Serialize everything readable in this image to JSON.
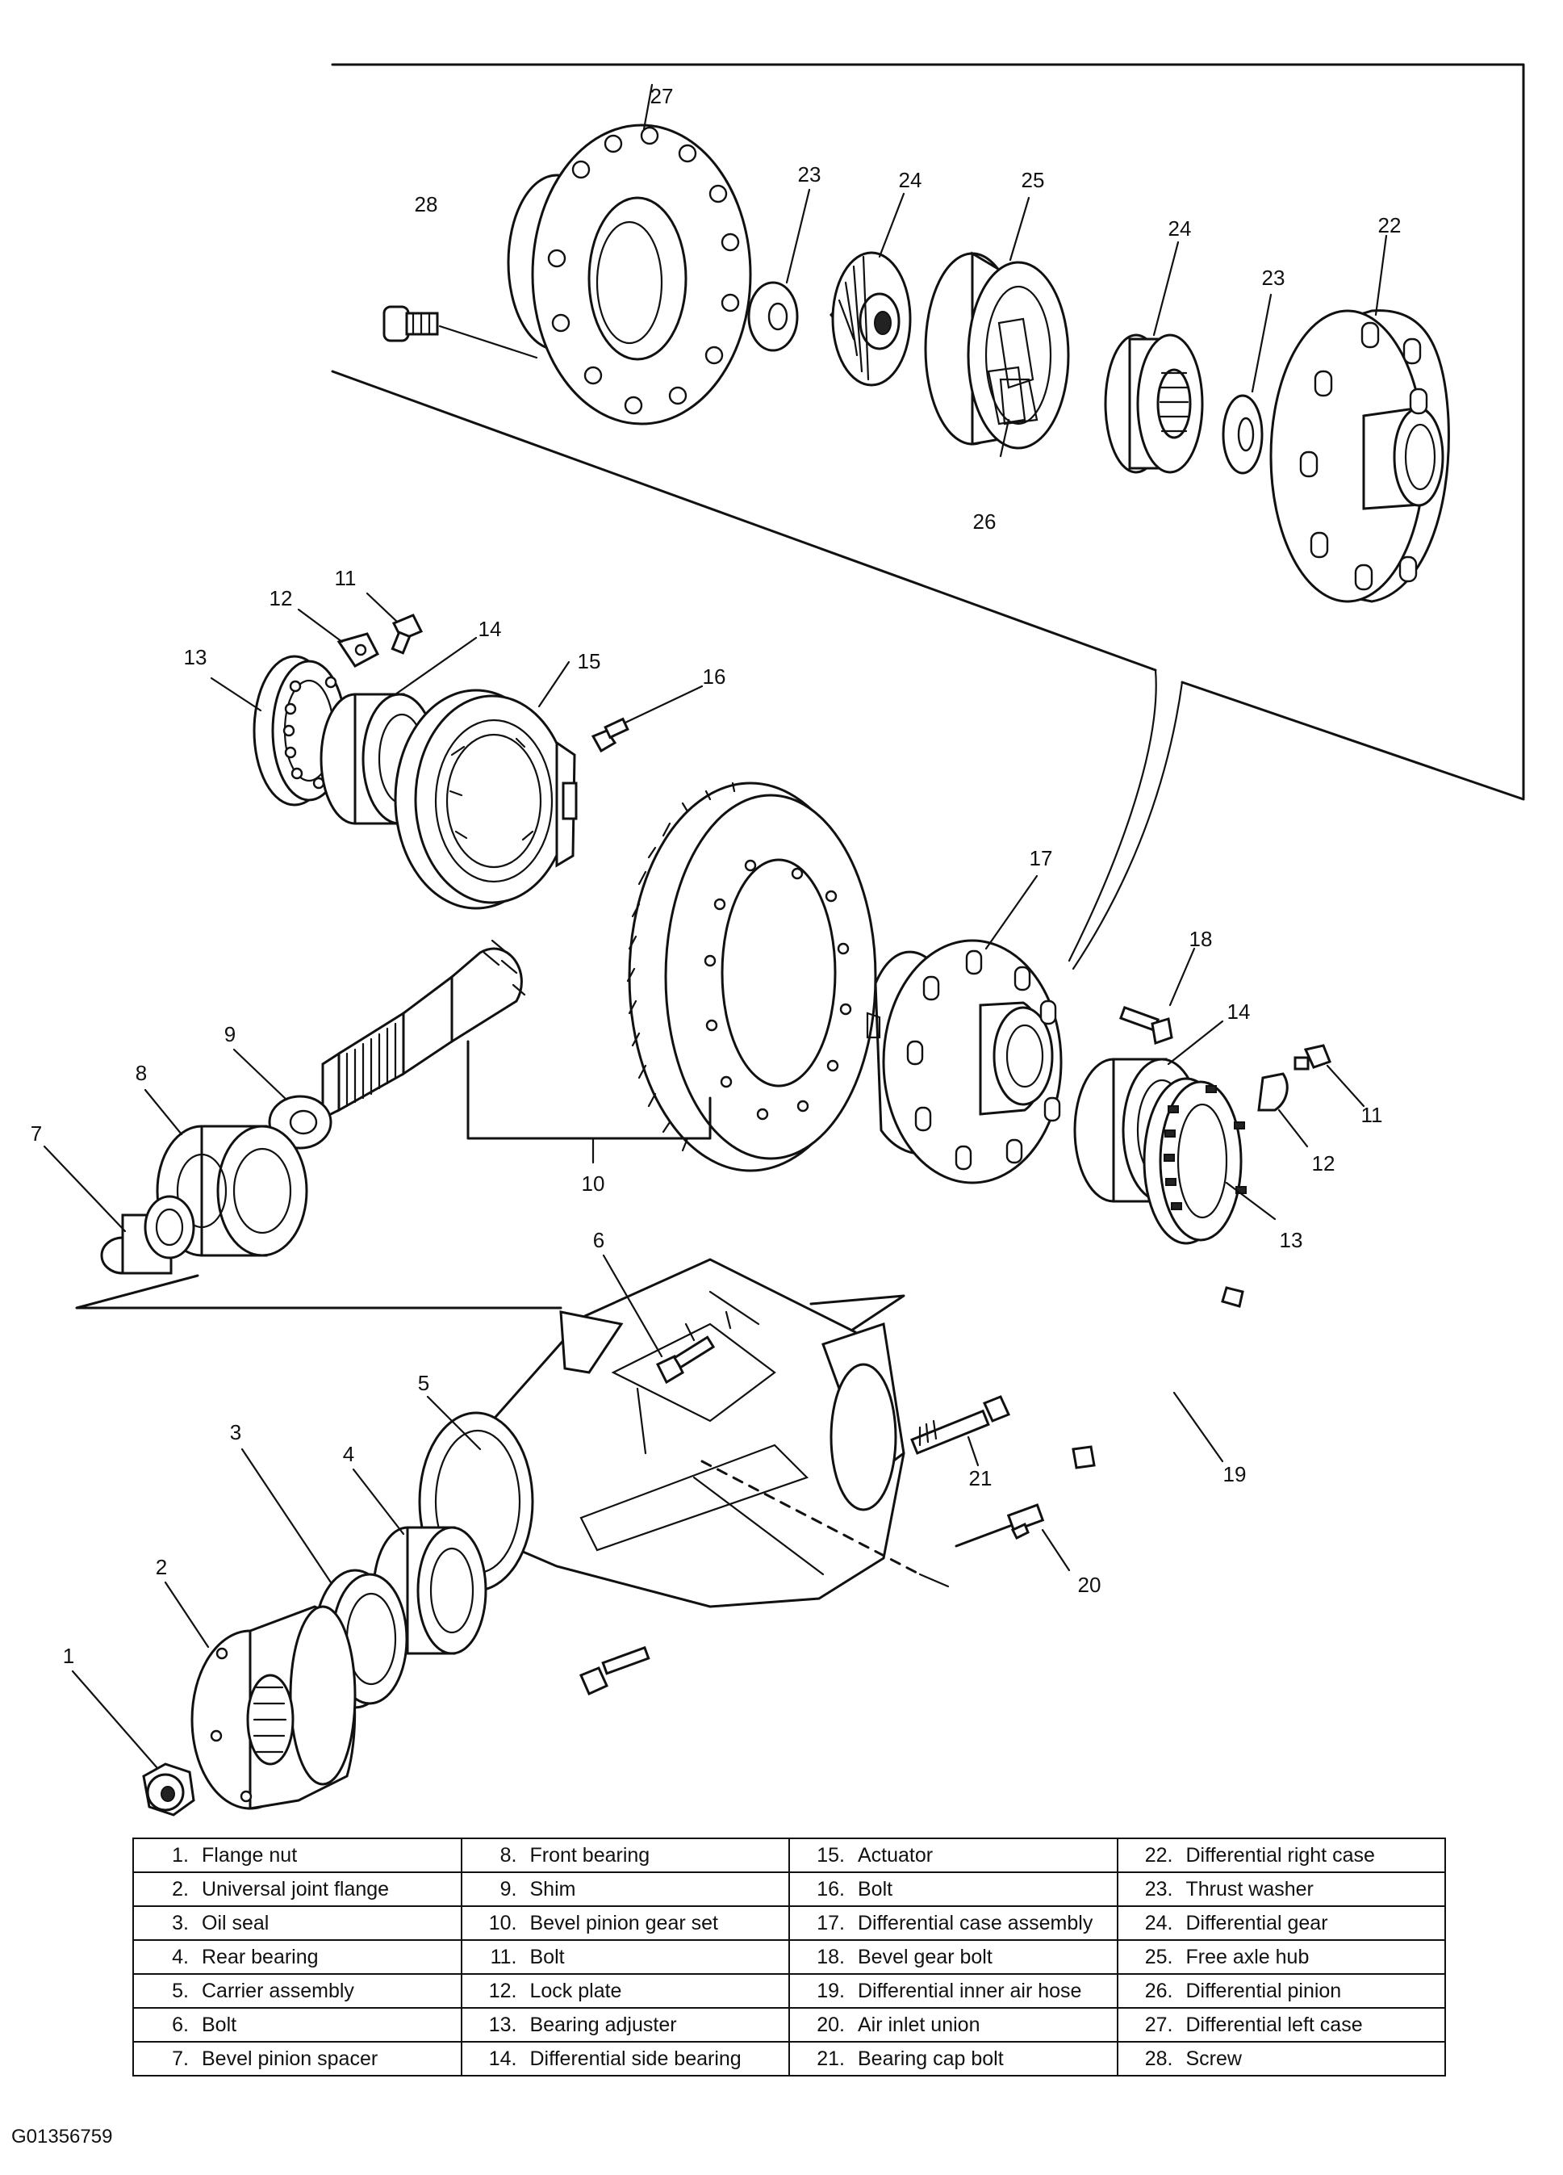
{
  "figure_id": "G01356759",
  "callouts": {
    "c27": "27",
    "c28": "28",
    "c23a": "23",
    "c24a": "24",
    "c25": "25",
    "c24b": "24",
    "c23b": "23",
    "c22": "22",
    "c26": "26",
    "c11a": "11",
    "c12a": "12",
    "c13a": "13",
    "c14a": "14",
    "c15": "15",
    "c16": "16",
    "c17": "17",
    "c18": "18",
    "c14b": "14",
    "c11b": "11",
    "c12b": "12",
    "c13b": "13",
    "c9": "9",
    "c8": "8",
    "c7": "7",
    "c10": "10",
    "c6": "6",
    "c5": "5",
    "c3": "3",
    "c4": "4",
    "c2": "2",
    "c1": "1",
    "c21": "21",
    "c19": "19",
    "c20": "20"
  },
  "legend": [
    [
      {
        "num": "1.",
        "label": "Flange nut"
      },
      {
        "num": "8.",
        "label": "Front bearing"
      },
      {
        "num": "15.",
        "label": "Actuator"
      },
      {
        "num": "22.",
        "label": "Differential right case"
      }
    ],
    [
      {
        "num": "2.",
        "label": "Universal joint flange"
      },
      {
        "num": "9.",
        "label": "Shim"
      },
      {
        "num": "16.",
        "label": "Bolt"
      },
      {
        "num": "23.",
        "label": "Thrust washer"
      }
    ],
    [
      {
        "num": "3.",
        "label": "Oil seal"
      },
      {
        "num": "10.",
        "label": "Bevel pinion gear set"
      },
      {
        "num": "17.",
        "label": "Differential case assembly"
      },
      {
        "num": "24.",
        "label": "Differential gear"
      }
    ],
    [
      {
        "num": "4.",
        "label": "Rear bearing"
      },
      {
        "num": "11.",
        "label": "Bolt"
      },
      {
        "num": "18.",
        "label": "Bevel gear bolt"
      },
      {
        "num": "25.",
        "label": "Free axle hub"
      }
    ],
    [
      {
        "num": "5.",
        "label": "Carrier assembly"
      },
      {
        "num": "12.",
        "label": "Lock plate"
      },
      {
        "num": "19.",
        "label": "Differential inner air hose"
      },
      {
        "num": "26.",
        "label": "Differential pinion"
      }
    ],
    [
      {
        "num": "6.",
        "label": "Bolt"
      },
      {
        "num": "13.",
        "label": "Bearing adjuster"
      },
      {
        "num": "20.",
        "label": "Air inlet union"
      },
      {
        "num": "27.",
        "label": "Differential left case"
      }
    ],
    [
      {
        "num": "7.",
        "label": "Bevel pinion spacer"
      },
      {
        "num": "14.",
        "label": "Differential side bearing"
      },
      {
        "num": "21.",
        "label": "Bearing cap bolt"
      },
      {
        "num": "28.",
        "label": "Screw"
      }
    ]
  ]
}
